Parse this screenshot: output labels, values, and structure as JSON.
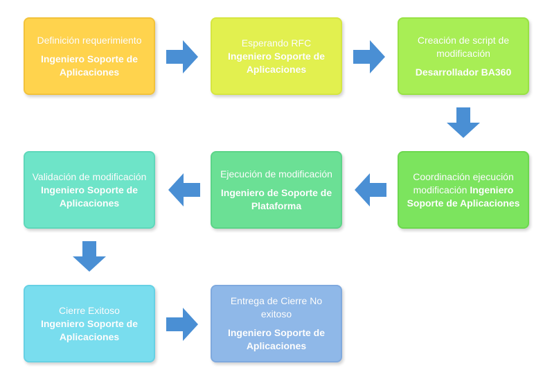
{
  "steps": [
    {
      "id": "s1",
      "title": "Definición requerimiento",
      "role": "Ingeniero Soporte de Aplicaciones",
      "fill": "#FFD34D",
      "border": "#F2C23A"
    },
    {
      "id": "s2",
      "title": "Esperando RFC",
      "role": "Ingeniero Soporte de Aplicaciones",
      "fill": "#E2F04F",
      "border": "#D6E640"
    },
    {
      "id": "s3",
      "title": "Creación de script de modificación",
      "role": "Desarrollador BA360",
      "fill": "#A8EE55",
      "border": "#98E244"
    },
    {
      "id": "s4",
      "title": "Coordinación ejecución modificación",
      "role": "Ingeniero Soporte de Aplicaciones",
      "fill": "#7CE45E",
      "border": "#6CD84E"
    },
    {
      "id": "s5",
      "title": "Ejecución de modificación",
      "role": "Ingeniero de Soporte de Plataforma",
      "fill": "#6BE095",
      "border": "#5CD488"
    },
    {
      "id": "s6",
      "title": "Validación de modificación",
      "role": "Ingeniero Soporte de Aplicaciones",
      "fill": "#6EE4C8",
      "border": "#5ED8BA"
    },
    {
      "id": "s7",
      "title": "Cierre Exitoso",
      "role": "Ingeniero Soporte de Aplicaciones",
      "fill": "#79DDEE",
      "border": "#66D1E4"
    },
    {
      "id": "s8",
      "title": "Entrega de Cierre No exitoso",
      "role": "Ingeniero Soporte de Aplicaciones",
      "fill": "#8FB8E8",
      "border": "#7FA9DE"
    }
  ],
  "arrow_color": "#4A8FD4"
}
